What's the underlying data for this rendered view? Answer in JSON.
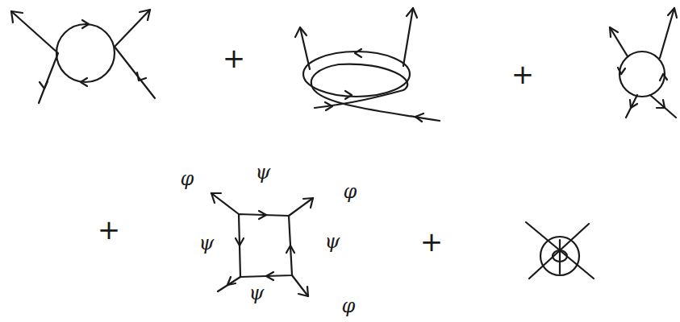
{
  "diagram": {
    "labels": [
      "+",
      "+",
      "+",
      "+",
      "φ",
      "ψ",
      "φ",
      "ψ",
      "ψ",
      "ψ",
      "φ"
    ]
  }
}
